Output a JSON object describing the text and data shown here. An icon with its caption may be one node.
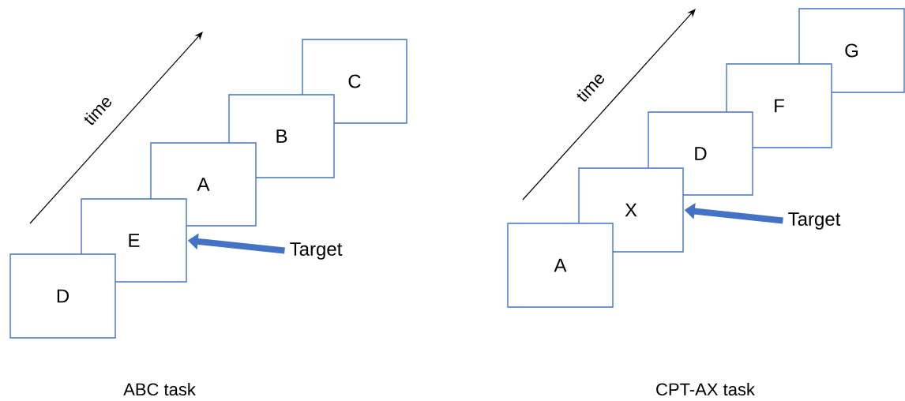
{
  "diagram": {
    "nodes": [
      {
        "text": [
          "D"
        ]
      },
      {
        "text": [
          "E"
        ]
      },
      {
        "text": [
          "A"
        ]
      },
      {
        "text": [
          "B"
        ]
      },
      {
        "text": [
          "C"
        ]
      },
      {
        "text": [
          "Target"
        ]
      },
      {
        "text": [
          "A"
        ]
      },
      {
        "text": [
          "X"
        ]
      },
      {
        "text": [
          "D"
        ]
      },
      {
        "text": [
          "F"
        ]
      },
      {
        "text": [
          "G"
        ]
      },
      {
        "text": [
          "Target"
        ]
      }
    ],
    "edges": [
      {
        "from": 5,
        "to": 1,
        "arrow": "to"
      },
      {
        "from": 11,
        "to": 7,
        "arrow": "to"
      }
    ],
    "labels": [
      "time",
      "time",
      "ABC task",
      "CPT-AX task"
    ]
  }
}
